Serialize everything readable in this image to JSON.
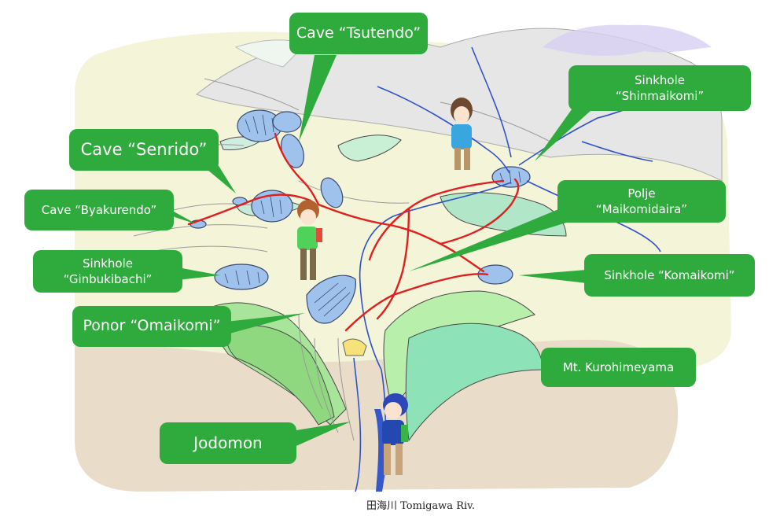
{
  "labels": {
    "tsutendo": [
      "Cave “Tsutendo”"
    ],
    "senrido": [
      "Cave “Senrido”"
    ],
    "byakurendo": [
      "Cave “Byakurendo”"
    ],
    "ginbukibachi": [
      "Sinkhole",
      "“Ginbukibachi”"
    ],
    "omaikomi": [
      "Ponor “Omaikomi”"
    ],
    "jodomon": [
      "Jodomon"
    ],
    "shinmaikomi": [
      "Sinkhole",
      "“Shinmaikomi”"
    ],
    "maikomidaira": [
      "Polje",
      "“Maikomidaira”"
    ],
    "komaikomi": [
      "Sinkhole “Komaikomi”"
    ],
    "kurohimeyama": [
      "Mt. Kurohimeyama"
    ]
  },
  "caption": "田海川  Tomigawa Riv.",
  "colors": {
    "callout": "#2faa3c",
    "cave_route": "#e01f1f",
    "river": "#2f52c9",
    "sinkhole": "#9cc0ea",
    "mountain_green": "#9ee08a",
    "plateau": "#f3f3d6",
    "lowland": "#e8dcc8"
  }
}
